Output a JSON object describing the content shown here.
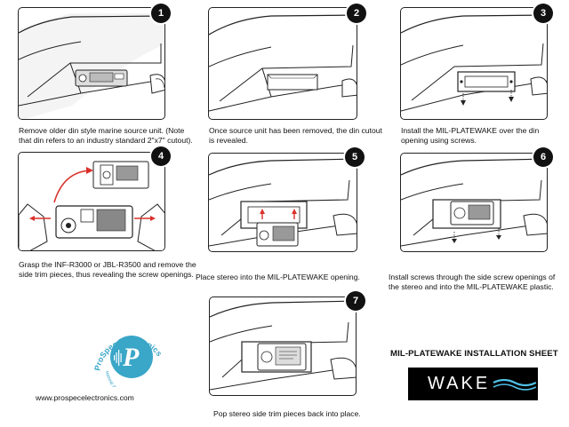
{
  "document": {
    "title": "MIL-PLATEWAKE INSTALLATION SHEET",
    "brand_logo_text": "WAKE",
    "website": "www.prospecelectronics.com",
    "company_logo": {
      "ring_text_top": "ProSpec Electronics",
      "ring_text_bottom": "MARINE AUDIO EXPERTS",
      "monogram": "P",
      "color": "#3aa6c8"
    }
  },
  "steps": [
    {
      "number": "1",
      "caption": "Remove older din style marine source unit. (Note that din refers to an industry standard 2\"x7\" cutout)."
    },
    {
      "number": "2",
      "caption": "Once source unit has been removed, the din cutout is revealed."
    },
    {
      "number": "3",
      "caption": "Install the MIL-PLATEWAKE over the din opening using screws."
    },
    {
      "number": "4",
      "caption": "Grasp the INF-R3000 or JBL-R3500 and remove the side trim pieces, thus revealing the screw openings."
    },
    {
      "number": "5",
      "caption": "Place stereo into the MIL-PLATEWAKE opening."
    },
    {
      "number": "6",
      "caption": "Install screws through the side screw openings of the stereo and into the MIL-PLATEWAKE plastic."
    },
    {
      "number": "7",
      "caption": "Pop stereo side trim pieces back into place."
    }
  ],
  "colors": {
    "arrow_red": "#d9302a",
    "logo_blue": "#3aa6c8"
  }
}
